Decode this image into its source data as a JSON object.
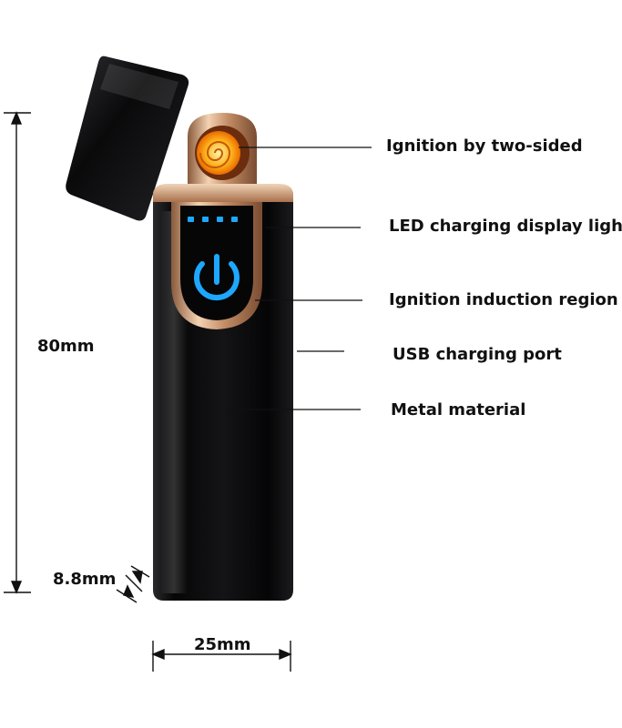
{
  "labels": {
    "ignition": "Ignition by two-sided",
    "led": "LED charging display light",
    "induction": "Ignition induction region",
    "usb": "USB charging port",
    "metal": "Metal material"
  },
  "dimensions": {
    "height": "80mm",
    "depth": "8.8mm",
    "width": "25mm"
  },
  "colors": {
    "body": "#0b0b0d",
    "gold": "#d9a77c",
    "led_blue": "#1ea7ff",
    "lines": "#111111"
  },
  "icons": {
    "coil": "spiral-coil-icon",
    "power": "power-icon"
  }
}
